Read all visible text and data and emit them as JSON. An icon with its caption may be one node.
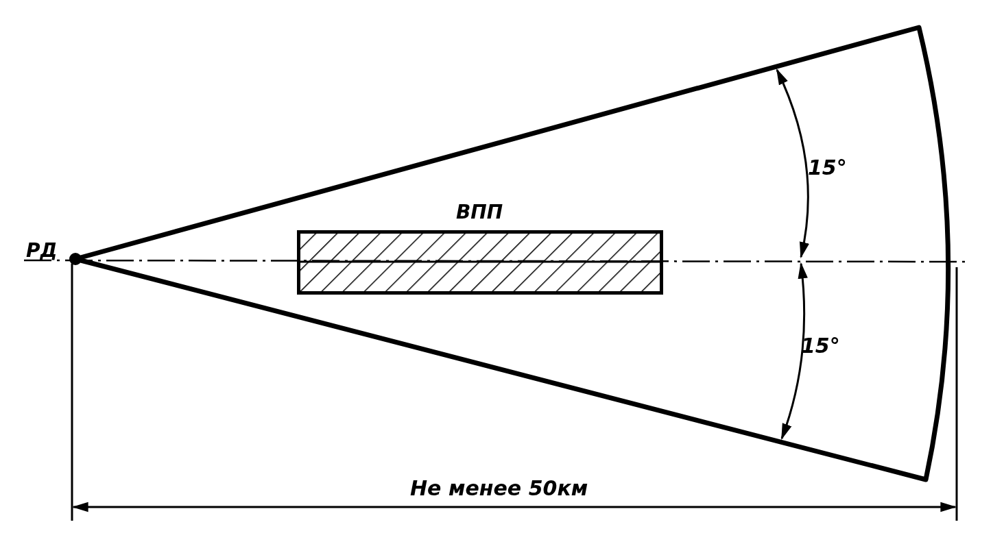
{
  "diagram": {
    "nodes": [
      {
        "text": [
          "РД"
        ]
      },
      {
        "text": [
          "ВПП"
        ]
      }
    ],
    "labels": [
      "15°",
      "15°",
      "Не менее 50км"
    ]
  }
}
